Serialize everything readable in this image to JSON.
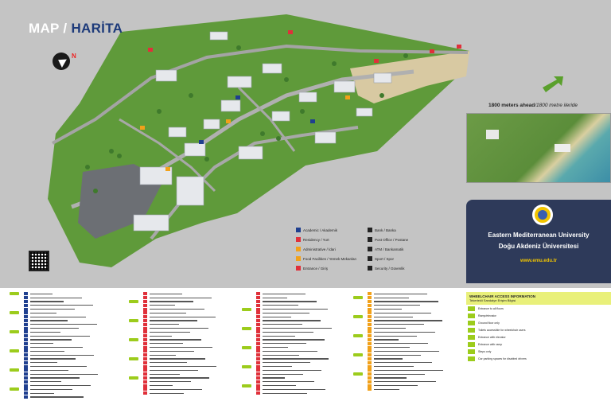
{
  "title": {
    "part1": "MAP",
    "sep": " / ",
    "part2": "HARİTA"
  },
  "compass": {
    "north": "N"
  },
  "distance": {
    "en": "1800 meters ahead",
    "tr": "/1800 metre ileride"
  },
  "university": {
    "name_en": "Eastern Mediterranean University",
    "name_tr": "Doğu Akdeniz Üniversitesi",
    "website": "www.emu.edu.tr"
  },
  "legend": [
    {
      "label": "Academic / Akademik",
      "color": "#1f3f8f"
    },
    {
      "label": "Residency / Yurt",
      "color": "#e0303a"
    },
    {
      "label": "Administrative / İdari",
      "color": "#f2a11a"
    },
    {
      "label": "Food Facilities / Yemek Mekanları",
      "color": "#f2a11a"
    },
    {
      "label": "Entrance / Giriş",
      "color": "#e0303a"
    },
    {
      "label": "Bank / Banka",
      "color": "#222222"
    },
    {
      "label": "Post Office / Postane",
      "color": "#222222"
    },
    {
      "label": "ATM / Bankamatik",
      "color": "#222222"
    },
    {
      "label": "Sport / Spor",
      "color": "#222222"
    },
    {
      "label": "Security / Güvenlik",
      "color": "#222222"
    }
  ],
  "wheelchair": {
    "title": "WHEELCHAIR ACCESS INFORMATION",
    "subtitle": "Tekerlekli Sandalye Erişim Bilgisi",
    "items": [
      "Entrance to all floors",
      "Ramp/elevator",
      "Ground floor only",
      "Toilets accessible for wheelchair users",
      "Entrance with elevator",
      "Entrance with ramp",
      "Steps only",
      "Car parking spaces for disabled drivers"
    ]
  },
  "index_columns": [
    {
      "color": "#1f3f8f",
      "count": 28,
      "start": 1
    },
    {
      "color": "#e0303a",
      "count": 27,
      "start": 29
    },
    {
      "color": "#e0303a",
      "count": 27,
      "start": 56
    },
    {
      "color": "#f2a11a",
      "count": 26,
      "start": 83
    }
  ],
  "colors": {
    "water": "#4aa7b8",
    "grass": "#5f9a3a",
    "road": "#9a9a9a",
    "sand": "#d8c9a2",
    "panel": "#2e3a5a",
    "accent_yellow": "#f2c500",
    "wheelchair_green": "#9ccc1c"
  }
}
